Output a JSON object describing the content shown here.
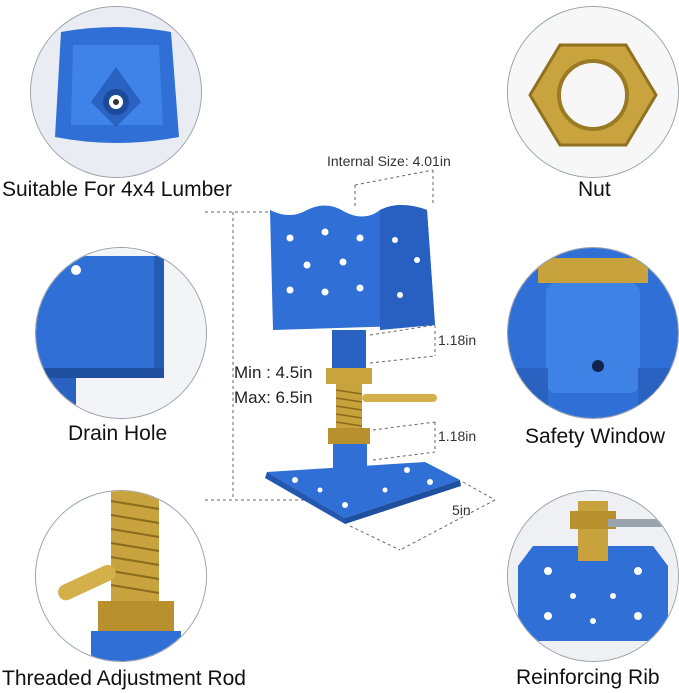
{
  "callouts": {
    "top_left": "Suitable For 4x4 Lumber",
    "mid_left": "Drain Hole",
    "bottom_left": "Threaded Adjustment Rod",
    "top_right": "Nut",
    "mid_right": "Safety Window",
    "bottom_right": "Reinforcing Rib"
  },
  "dimensions": {
    "internal_size": "Internal Size: 4.01in",
    "upper_gap": "1.18in",
    "lower_gap": "1.18in",
    "min_height": "Min : 4.5in",
    "max_height": "Max: 6.5in",
    "base_width": "5in"
  },
  "colors": {
    "steel_blue": "#2f6fd6",
    "brass": "#c8a23c",
    "background": "#ffffff"
  }
}
